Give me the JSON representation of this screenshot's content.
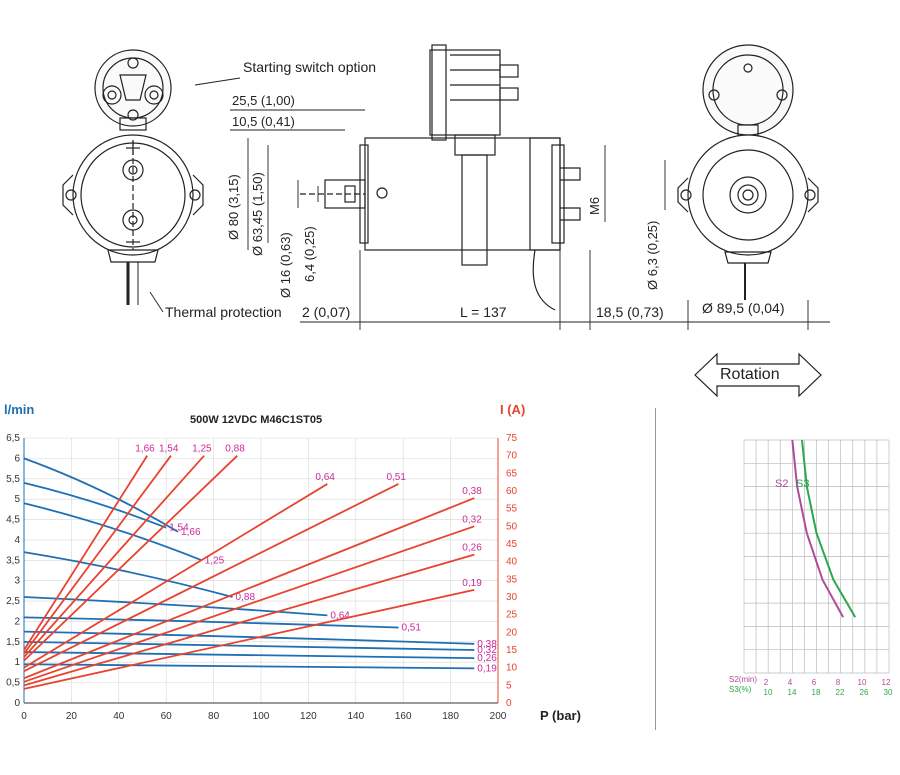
{
  "drawing": {
    "starting_switch": "Starting switch option",
    "thermal_protection": "Thermal protection",
    "rotation": "Rotation",
    "dims": {
      "d1": "25,5 (1,00)",
      "d2": "10,5 (0,41)",
      "d3": "Ø 80 (3,15)",
      "d4": "Ø 63,45 (1,50)",
      "d5": "Ø 16 (0,63)",
      "d6": "6,4 (0,25)",
      "d7": "2 (0,07)",
      "d8": "L = 137",
      "d9": "18,5 (0,73)",
      "d10": "M6",
      "d11": "Ø 6,3 (0,25)",
      "d12": "Ø 89,5 (0,04)"
    }
  },
  "chart_data": [
    {
      "type": "line",
      "title": "500W 12VDC M46C1ST05",
      "xlabel": "P (bar)",
      "ylabel_left": "l/min",
      "ylabel_right": "I (A)",
      "xlim": [
        0,
        200
      ],
      "ylim_left": [
        0,
        6.5
      ],
      "ylim_right": [
        0,
        75
      ],
      "x_ticks": [
        0,
        20,
        40,
        60,
        80,
        100,
        120,
        140,
        160,
        180,
        200
      ],
      "y_left_ticks": [
        "0",
        "0,5",
        "1",
        "1,5",
        "2",
        "2,5",
        "3",
        "3,5",
        "4",
        "4,5",
        "5",
        "5,5",
        "6",
        "6,5"
      ],
      "y_right_ticks": [
        0,
        5,
        10,
        15,
        20,
        25,
        30,
        35,
        40,
        45,
        50,
        55,
        60,
        65,
        70,
        75
      ],
      "flow_series": [
        {
          "name": "1,66",
          "x": [
            0,
            65
          ],
          "y": [
            6.0,
            4.2
          ]
        },
        {
          "name": "1,54",
          "x": [
            0,
            60
          ],
          "y": [
            5.4,
            4.3
          ]
        },
        {
          "name": "1,25",
          "x": [
            0,
            75
          ],
          "y": [
            4.9,
            3.5
          ]
        },
        {
          "name": "0,88",
          "x": [
            0,
            88
          ],
          "y": [
            3.7,
            2.6
          ]
        },
        {
          "name": "0,64",
          "x": [
            0,
            128
          ],
          "y": [
            2.6,
            2.15
          ]
        },
        {
          "name": "0,51",
          "x": [
            0,
            158
          ],
          "y": [
            2.1,
            1.85
          ]
        },
        {
          "name": "0,38",
          "x": [
            0,
            190
          ],
          "y": [
            1.75,
            1.45
          ]
        },
        {
          "name": "0,32",
          "x": [
            0,
            190
          ],
          "y": [
            1.5,
            1.3
          ]
        },
        {
          "name": "0,26",
          "x": [
            0,
            190
          ],
          "y": [
            1.25,
            1.1
          ]
        },
        {
          "name": "0,19",
          "x": [
            0,
            190
          ],
          "y": [
            0.95,
            0.85
          ]
        }
      ],
      "current_series": [
        {
          "name": "1,66",
          "x": [
            0,
            52
          ],
          "y": [
            15,
            70
          ]
        },
        {
          "name": "1,54",
          "x": [
            0,
            62
          ],
          "y": [
            14,
            70
          ]
        },
        {
          "name": "1,25",
          "x": [
            0,
            76
          ],
          "y": [
            13,
            70
          ]
        },
        {
          "name": "0,88",
          "x": [
            0,
            90
          ],
          "y": [
            12,
            70
          ]
        },
        {
          "name": "0,64",
          "x": [
            0,
            128
          ],
          "y": [
            10,
            62
          ]
        },
        {
          "name": "0,51",
          "x": [
            0,
            158
          ],
          "y": [
            9,
            62
          ]
        },
        {
          "name": "0,38",
          "x": [
            0,
            190
          ],
          "y": [
            7,
            58
          ]
        },
        {
          "name": "0,32",
          "x": [
            0,
            190
          ],
          "y": [
            6,
            50
          ]
        },
        {
          "name": "0,26",
          "x": [
            0,
            190
          ],
          "y": [
            5,
            42
          ]
        },
        {
          "name": "0,19",
          "x": [
            0,
            190
          ],
          "y": [
            4,
            32
          ]
        }
      ],
      "colors": {
        "flow": "#1f6fb3",
        "current": "#e8432e",
        "labels_flow": "#cc2a9a",
        "labels_current": "#cc2a9a"
      }
    },
    {
      "type": "line",
      "legend": [
        "S2",
        "S3"
      ],
      "x_axis_s2": {
        "label": "S2(min)",
        "ticks": [
          "2",
          "4",
          "6",
          "8",
          "10",
          "12"
        ]
      },
      "x_axis_s3": {
        "label": "S3(%)",
        "ticks": [
          "10",
          "14",
          "18",
          "22",
          "26",
          "30"
        ]
      },
      "series": [
        {
          "name": "S2",
          "color": "#b04a9a",
          "x": [
            4.0,
            4.4,
            5.2,
            6.5,
            8.2
          ],
          "y": [
            10,
            8,
            6,
            4,
            2.4
          ]
        },
        {
          "name": "S3",
          "color": "#2aa84a",
          "x": [
            4.8,
            5.2,
            6.0,
            7.4,
            9.2
          ],
          "y": [
            10,
            8,
            6,
            4,
            2.4
          ]
        }
      ]
    }
  ]
}
